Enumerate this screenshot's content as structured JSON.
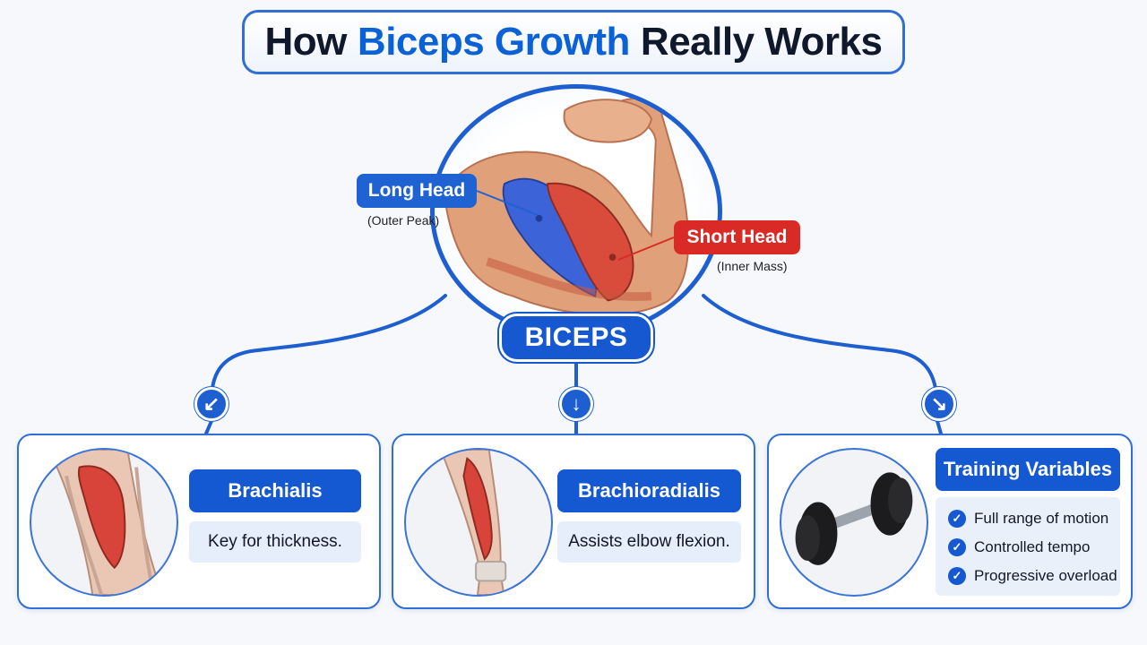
{
  "title": {
    "part1": "How",
    "part2": "Biceps Growth",
    "part3": "Really Works"
  },
  "hero": {
    "long_head": {
      "label": "Long Head",
      "sub": "(Outer Peak)"
    },
    "short_head": {
      "label": "Short Head",
      "sub": "(Inner Mass)"
    },
    "badge": "BICEPS"
  },
  "arrows": [
    "↙",
    "↓",
    "↘"
  ],
  "cards": [
    {
      "title": "Brachialis",
      "desc": "Key for thickness."
    },
    {
      "title": "Brachioradialis",
      "desc": "Assists elbow flexion."
    },
    {
      "title": "Training Variables",
      "items": [
        "Full range of motion",
        "Controlled tempo",
        "Progressive overload"
      ]
    }
  ],
  "icons": [
    "flexed-arm-icon",
    "brachialis-muscle-icon",
    "forearm-muscle-icon",
    "dumbbell-icon",
    "check-icon",
    "arrow-icon"
  ],
  "colors": {
    "primary": "#1458d2",
    "long_head": "#1f62d2",
    "short_head": "#d92a26",
    "text": "#10182b"
  }
}
